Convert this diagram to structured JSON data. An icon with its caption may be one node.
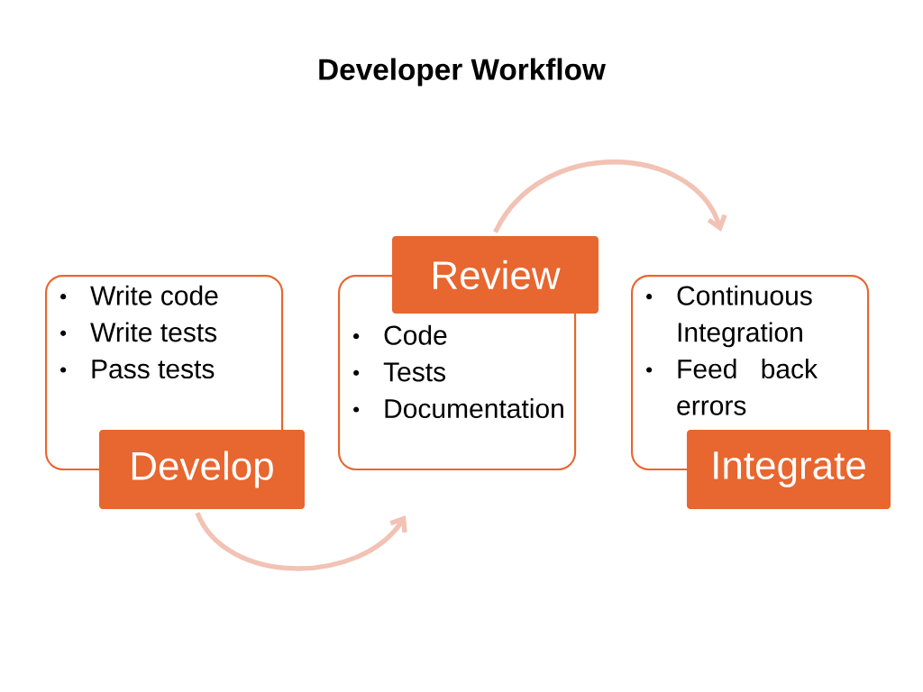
{
  "diagram": {
    "title": "Developer Workflow",
    "nodes": [
      {
        "text": [
          "Write code",
          "Write tests",
          "Pass tests"
        ]
      },
      {
        "text": [
          "Develop"
        ]
      },
      {
        "text": [
          "Review"
        ]
      },
      {
        "text": [
          "Code",
          "Tests",
          "Documentation"
        ]
      },
      {
        "text": [
          "Continuous Integration",
          "Feed back errors"
        ]
      },
      {
        "text": [
          "Integrate"
        ]
      }
    ],
    "edges": [
      {
        "from": 1,
        "to": 3,
        "arrow": "to"
      },
      {
        "from": 2,
        "to": 4,
        "arrow": "to"
      }
    ]
  }
}
